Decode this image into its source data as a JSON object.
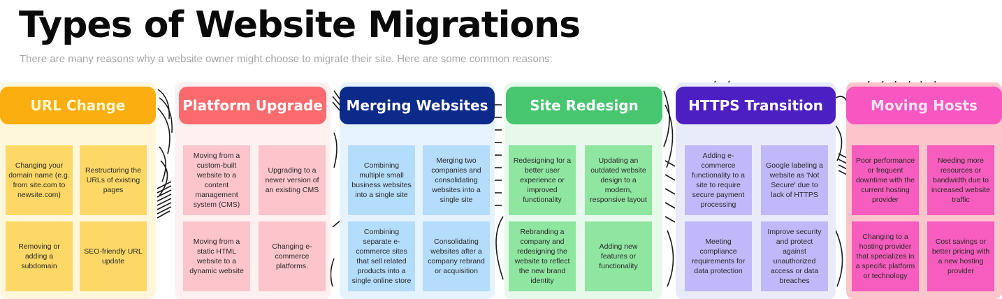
{
  "title": "Types of Website Migrations",
  "subtitle": "There are many reasons why a website owner might choose to migrate their site. Here are some common reasons:",
  "columns": [
    {
      "label": "URL Change",
      "header_color": "#fbae10",
      "panel_color": "#fff7dc",
      "card_color": "#fdd866",
      "header_text_color": "#fff6cf",
      "cards": [
        "Changing your domain name (e.g. from site.com to newsite.com)",
        "Restructuring the URLs of existing pages",
        "Removing or adding a subdomain",
        "SEO-friendly URL update"
      ]
    },
    {
      "label": "Platform Upgrade",
      "header_color": "#fb6b6e",
      "panel_color": "#fff0f1",
      "card_color": "#fcc4cb",
      "header_text_color": "#ffffff",
      "cards": [
        "Moving from a custom-built website to a content management system (CMS)",
        "Upgrading to a newer version of an existing CMS",
        "Moving from a static HTML website to a dynamic website",
        "Changing e-commerce platforms."
      ]
    },
    {
      "label": "Merging Websites",
      "header_color": "#0c2a8a",
      "panel_color": "#e5f3ff",
      "card_color": "#b4dcfb",
      "header_text_color": "#ffffff",
      "cards": [
        "Combining multiple small business websites into a single site",
        "Merging two companies and consolidating websites into a single site",
        "Combining separate e-commerce sites that sell related products into a single online store",
        "Consolidating websites after a company rebrand or acquisition"
      ]
    },
    {
      "label": "Site Redesign",
      "header_color": "#47c56f",
      "panel_color": "#e6f9ea",
      "card_color": "#8ee6a0",
      "header_text_color": "#ffffff",
      "cards": [
        "Redesigning for a better user experience or improved functionality",
        "Updating an outdated website design to a modern, responsive layout",
        "Rebranding a company and redesigning the website to reflect the new brand identity",
        "Adding new features or functionality"
      ]
    },
    {
      "label": "HTTPS Transition",
      "header_color": "#4c1fc2",
      "panel_color": "#e9ebfb",
      "card_color": "#c0b8f8",
      "header_text_color": "#ffffff",
      "cards": [
        "Adding e-commerce functionality to a site to require secure payment processing",
        "Google labeling a website as 'Not Secure' due to lack of HTTPS",
        "Meeting compliance requirements for data protection",
        "Improve security and protect against unauthorized access or data breaches"
      ]
    },
    {
      "label": "Moving Hosts",
      "header_color": "#f856c0",
      "panel_color": "#fdc4cc",
      "card_color": "#f65dbe",
      "header_text_color": "#fbe3f3",
      "cards": [
        "Poor performance or frequent downtime with the current hosting provider",
        "Needing more resources or bandwidth due to increased website traffic",
        "Changing to a hosting provider that specializes in a specific platform or technology",
        "Cost savings or better pricing with a new hosting provider"
      ]
    }
  ]
}
